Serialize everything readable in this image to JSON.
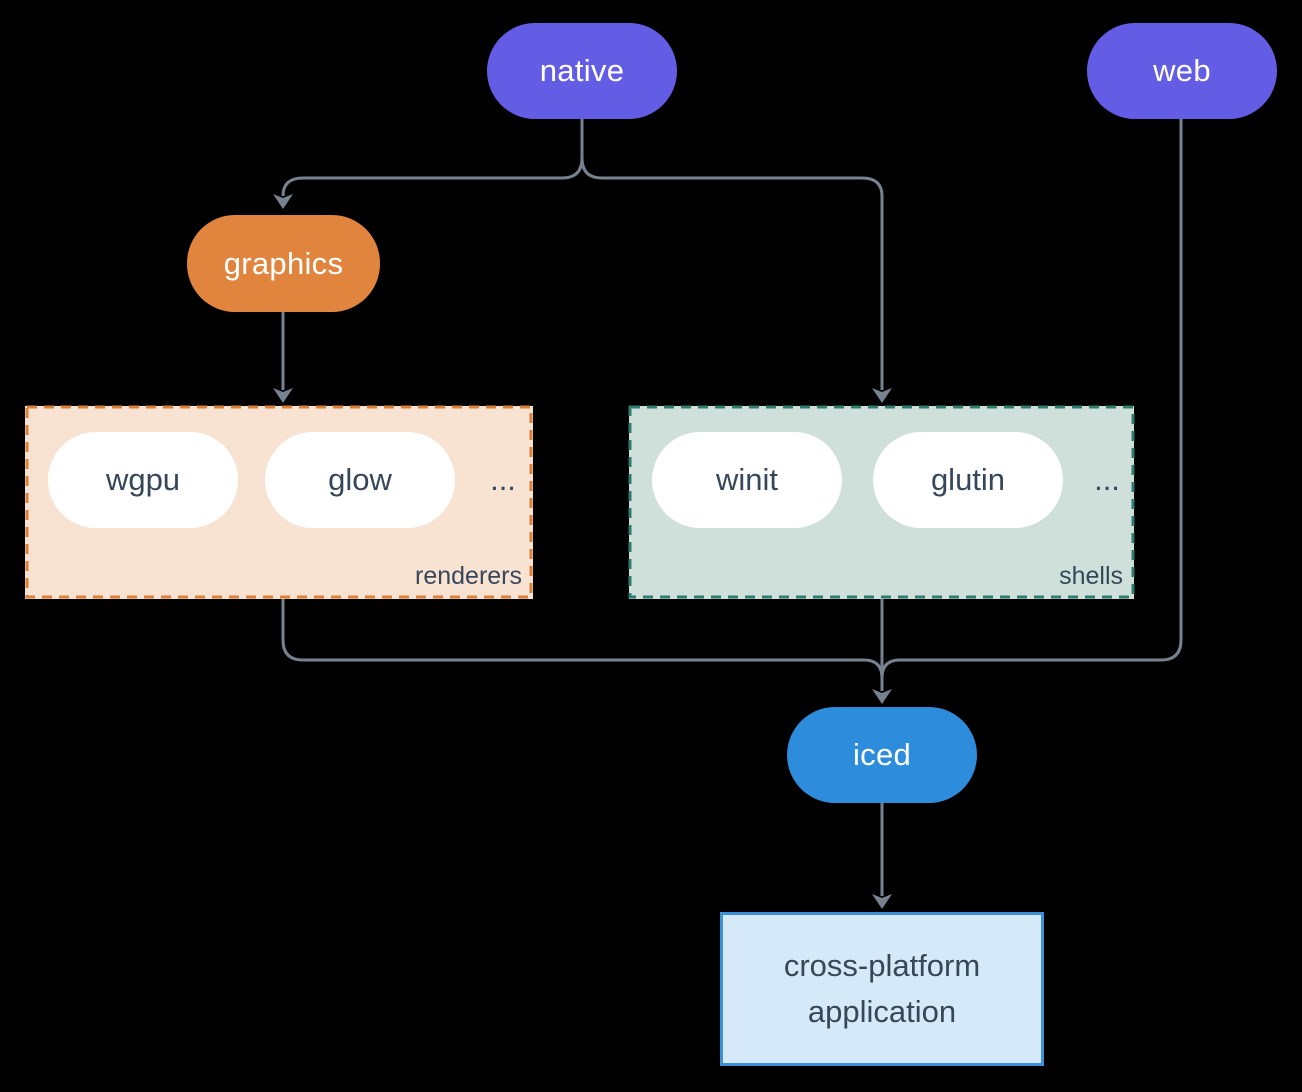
{
  "background": "#000000",
  "nodes": {
    "native": {
      "label": "native",
      "fill": "#635CE5",
      "text_color": "#FFFFFF"
    },
    "web": {
      "label": "web",
      "fill": "#635CE5",
      "text_color": "#FFFFFF"
    },
    "graphics": {
      "label": "graphics",
      "fill": "#E1853E",
      "text_color": "#FFFFFF"
    },
    "iced": {
      "label": "iced",
      "fill": "#2E8CDC",
      "text_color": "#FFFFFF"
    },
    "application": {
      "lines": [
        "cross-platform",
        "application"
      ],
      "fill": "#D6E9F8",
      "border": "#3E8FD9",
      "text_color": "#37475A"
    }
  },
  "groups": {
    "renderers": {
      "label": "renderers",
      "fill": "#F8E3D3",
      "border": "#DC8136",
      "pill_fill": "#FFFFFF",
      "pill_text_color": "#37475A",
      "pills": [
        "wgpu",
        "glow"
      ],
      "ellipsis": "..."
    },
    "shells": {
      "label": "shells",
      "fill": "#CFE0DB",
      "border": "#2E7D6E",
      "pill_fill": "#FFFFFF",
      "pill_text_color": "#37475A",
      "pills": [
        "winit",
        "glutin"
      ],
      "ellipsis": "..."
    }
  },
  "edges": {
    "color": "#76828F",
    "connections": [
      {
        "from": "native",
        "to": "graphics"
      },
      {
        "from": "native",
        "to": "shells"
      },
      {
        "from": "graphics",
        "to": "renderers"
      },
      {
        "from": "renderers",
        "to": "iced"
      },
      {
        "from": "shells",
        "to": "iced"
      },
      {
        "from": "web",
        "to": "iced"
      },
      {
        "from": "iced",
        "to": "application"
      }
    ]
  }
}
